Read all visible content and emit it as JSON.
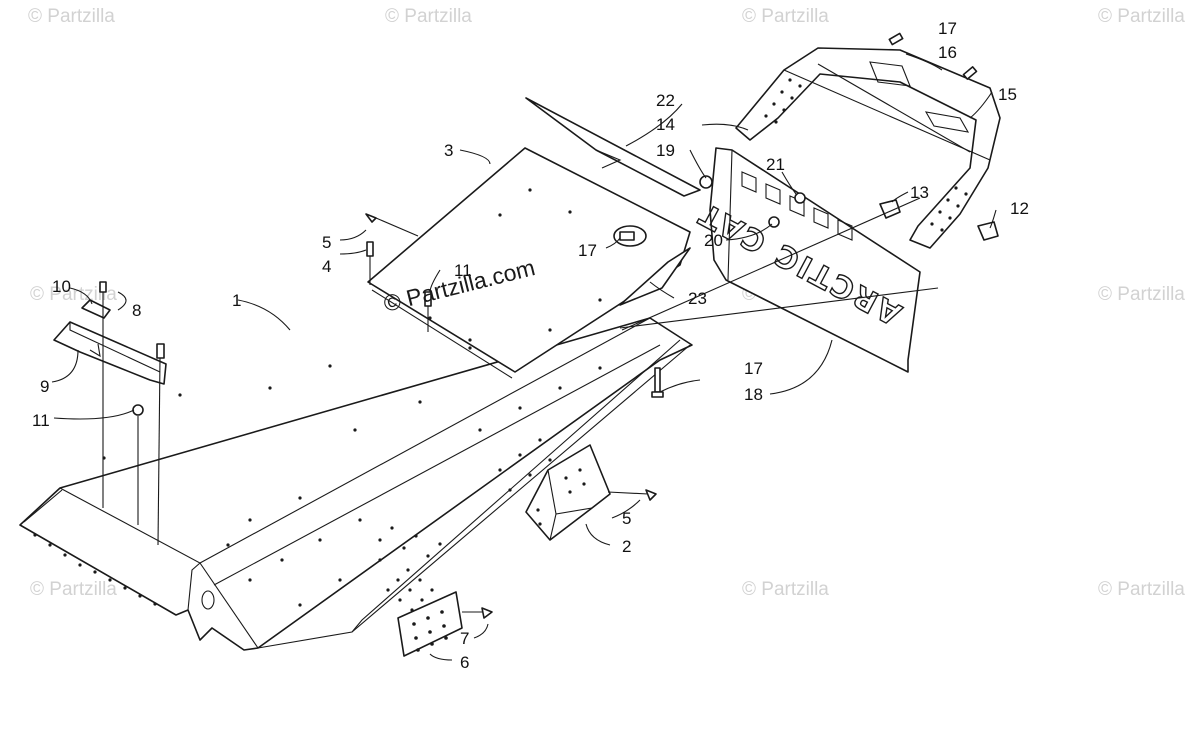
{
  "watermark": {
    "text": "© Partzilla",
    "center_text": "© Partzilla.com"
  },
  "flap_logo": "ARCTIC CAT",
  "callouts": {
    "c1": "1",
    "c2": "2",
    "c3": "3",
    "c4": "4",
    "c5a": "5",
    "c5b": "5",
    "c6": "6",
    "c7": "7",
    "c8": "8",
    "c9": "9",
    "c10": "10",
    "c11a": "11",
    "c11b": "11",
    "c12": "12",
    "c13": "13",
    "c14": "14",
    "c15": "15",
    "c16": "16",
    "c17a": "17",
    "c17b": "17",
    "c17c": "17",
    "c18": "18",
    "c19": "19",
    "c20": "20",
    "c21": "21",
    "c22": "22",
    "c23": "23"
  }
}
